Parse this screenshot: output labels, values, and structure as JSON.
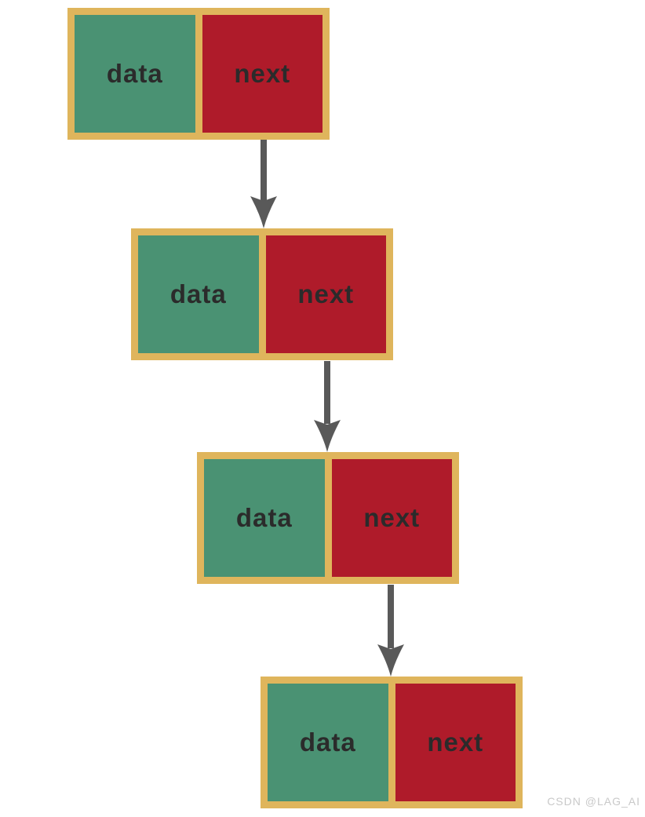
{
  "diagram": {
    "type": "singly-linked-list",
    "nodes": [
      {
        "data_label": "data",
        "next_label": "next"
      },
      {
        "data_label": "data",
        "next_label": "next"
      },
      {
        "data_label": "data",
        "next_label": "next"
      },
      {
        "data_label": "data",
        "next_label": "next"
      }
    ],
    "arrows": [
      {
        "from": "node-1-next",
        "to": "node-2"
      },
      {
        "from": "node-2-next",
        "to": "node-3"
      },
      {
        "from": "node-3-next",
        "to": "node-4"
      }
    ],
    "colors": {
      "data_cell": "#4A9273",
      "next_cell": "#AF1B2A",
      "node_border": "#DFB55C",
      "arrow": "#595959",
      "label_text": "#2B2B2B",
      "watermark_text": "#C9C9C9",
      "background": "#FFFFFF"
    }
  },
  "watermark": {
    "text": "CSDN @LAG_AI"
  }
}
